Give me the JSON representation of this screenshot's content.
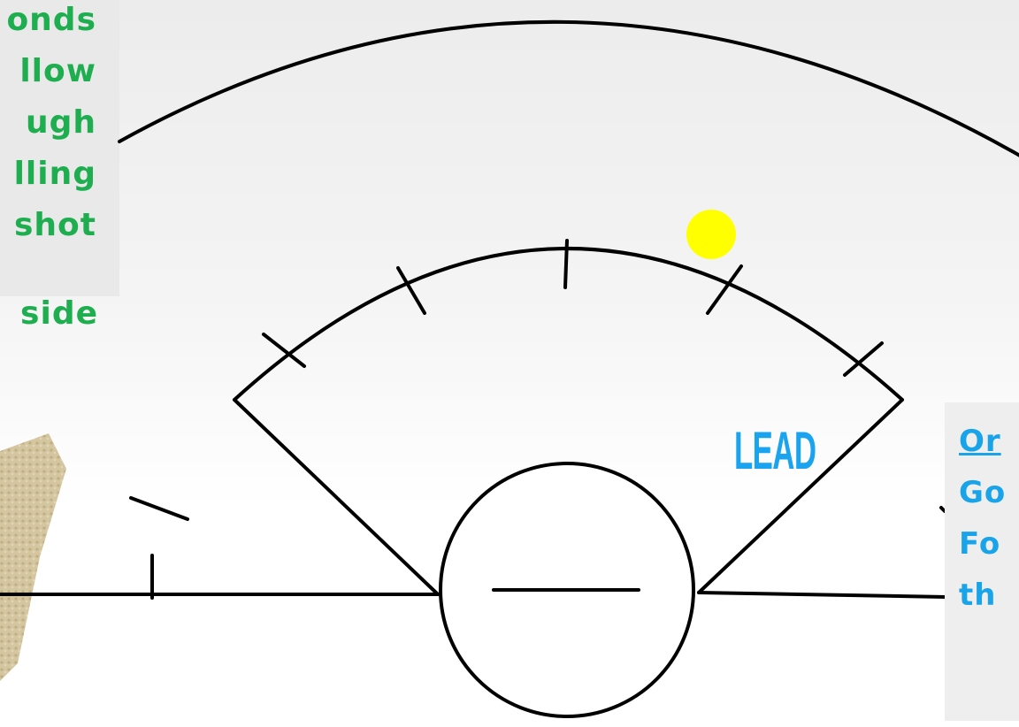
{
  "left_note": {
    "lines": [
      "onds",
      "llow",
      "ugh",
      "lling",
      "shot",
      "side"
    ]
  },
  "right_note": {
    "lines": [
      "Or",
      "Go",
      "Fo",
      "th"
    ]
  },
  "diagram": {
    "lead_label": "LEAD",
    "colors": {
      "stroke": "#000000",
      "ball": "#ffff00",
      "left_text": "#1fae4f",
      "right_text": "#19a3e8",
      "lead_text": "#1aa3ee"
    }
  }
}
